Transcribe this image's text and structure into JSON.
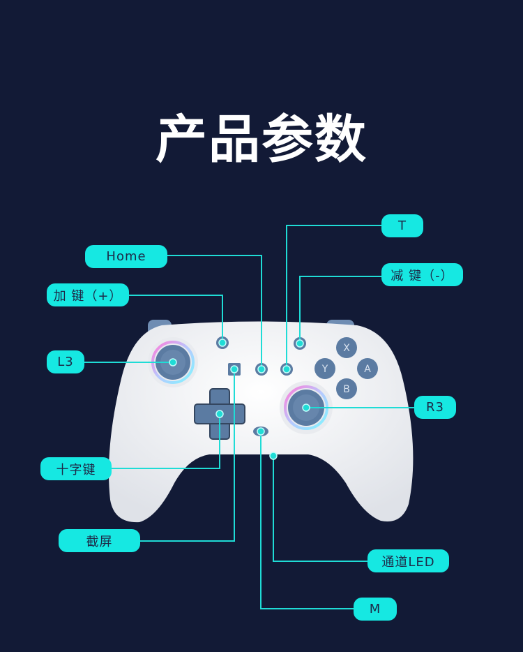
{
  "title": "产品参数",
  "colors": {
    "background": "#121a36",
    "accent": "#16e8e2",
    "controller_body": "#f2f3f6",
    "button": "#5b7ba2"
  },
  "face_buttons": {
    "x": "X",
    "y": "Y",
    "a": "A",
    "b": "B"
  },
  "labels": {
    "t": "T",
    "home": "Home",
    "minus": "减 键（-）",
    "plus": "加 键（+）",
    "l3": "L3",
    "r3": "R3",
    "dpad": "十字键",
    "screenshot": "截屏",
    "channel_led": "通道LED",
    "m": "M"
  }
}
